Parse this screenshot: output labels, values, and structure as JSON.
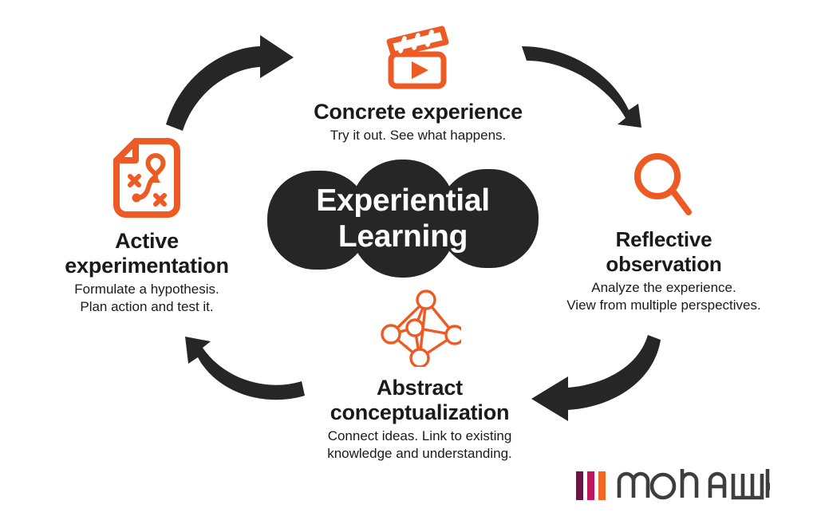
{
  "diagram": {
    "title": "Experiential Learning",
    "center": {
      "line1": "Experiential",
      "line2": "Learning"
    },
    "stages": [
      {
        "id": "concrete-experience",
        "icon": "clapperboard-icon",
        "title": "Concrete experience",
        "description": "Try it out. See what happens.",
        "position": "top"
      },
      {
        "id": "reflective-observation",
        "icon": "magnifying-glass-icon",
        "title_line1": "Reflective",
        "title_line2": "observation",
        "title": "Reflective observation",
        "desc_line1": "Analyze the experience.",
        "desc_line2": "View from multiple perspectives.",
        "description": "Analyze the experience. View from multiple perspectives.",
        "position": "right"
      },
      {
        "id": "abstract-conceptualization",
        "icon": "network-nodes-icon",
        "title_line1": "Abstract",
        "title_line2": "conceptualization",
        "title": "Abstract conceptualization",
        "desc_line1": "Connect ideas. Link to existing",
        "desc_line2": "knowledge and understanding.",
        "description": "Connect ideas. Link to existing knowledge and understanding.",
        "position": "bottom"
      },
      {
        "id": "active-experimentation",
        "icon": "strategy-document-icon",
        "title_line1": "Active",
        "title_line2": "experimentation",
        "title": "Active experimentation",
        "desc_line1": "Formulate a hypothesis.",
        "desc_line2": "Plan action and test it.",
        "description": "Formulate a hypothesis. Plan action and test it.",
        "position": "left"
      }
    ],
    "arrows": [
      {
        "id": "arrow-active-to-concrete",
        "direction": "up-right",
        "position": "top-left"
      },
      {
        "id": "arrow-concrete-to-reflective",
        "direction": "down-right",
        "position": "top-right"
      },
      {
        "id": "arrow-reflective-to-abstract",
        "direction": "left",
        "position": "bottom-right"
      },
      {
        "id": "arrow-abstract-to-active",
        "direction": "up-left",
        "position": "bottom-left"
      }
    ]
  },
  "logo": {
    "wordmark": "mohawk",
    "bars": [
      {
        "color": "#6B1446"
      },
      {
        "color": "#C0175C"
      },
      {
        "color": "#F26522"
      }
    ],
    "word_color": "#3E3E3E"
  },
  "colors": {
    "accent_orange": "#EE5A24",
    "dark": "#262626",
    "text": "#1A1A1A",
    "background": "#FFFFFF",
    "logo_purple": "#6B1446",
    "logo_magenta": "#C0175C",
    "logo_orange": "#F26522"
  }
}
